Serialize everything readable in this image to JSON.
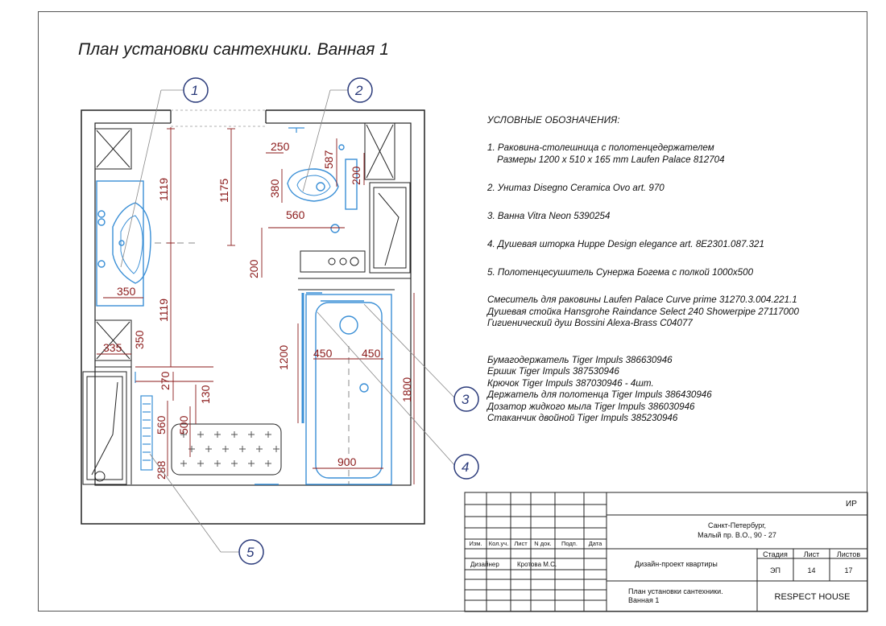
{
  "title": "План установки сантехники. Ванная 1",
  "legend": {
    "header": "УСЛОВНЫЕ ОБОЗНАЧЕНИЯ:",
    "items": [
      {
        "line1": "1. Раковина-столешница с полотенцедержателем",
        "line2": "Размеры 1200 х 510 х 165 mm Laufen Palace 812704"
      },
      {
        "line1": "2. Унитаз Disegno Ceramica Ovo art. 970"
      },
      {
        "line1": "3. Ванна Vitra Neon 5390254"
      },
      {
        "line1": "4. Душевая шторка Huppe Design elegance art. 8E2301.087.321"
      },
      {
        "line1": "5. Полотенцесушитель Сунержа Богема с полкой 1000x500"
      }
    ],
    "mixers": [
      "Смеситель для раковины Laufen Palace Curve prime 31270.3.004.221.1",
      "Душевая стойка Hansgrohe Raindance Select 240 Showerpipe 27117000",
      "Гигиенический душ Bossini Alexa-Brass C04077"
    ],
    "accessories": [
      "Бумагодержатель Tiger Impuls 386630946",
      "Ершик Tiger Impuls  387530946",
      "Крючок Tiger Impuls 387030946 - 4шт.",
      "Держатель для полотенца Tiger Impuls 386430946",
      "Дозатор жидкого мыла Tiger Impuls 386030946",
      "Стаканчик двойной Tiger Impuls 385230946"
    ]
  },
  "dimensions": {
    "d1119_top": "1119",
    "d1175": "1175",
    "d250": "250",
    "d587": "587",
    "d380": "380",
    "d560_wc": "560",
    "d200_right": "200",
    "d200_left": "200",
    "d350_sink": "350",
    "d1119_bottom": "1119",
    "d335": "335",
    "d350_box": "350",
    "d1200": "1200",
    "d450_left": "450",
    "d450_right": "450",
    "d1800": "1800",
    "d270": "270",
    "d130": "130",
    "d560_dryer": "560",
    "d500": "500",
    "d288": "288",
    "d900": "900"
  },
  "callouts": [
    "1",
    "2",
    "3",
    "4",
    "5"
  ],
  "title_block": {
    "code": "ИР",
    "address_line1": "Санкт-Петербург,",
    "address_line2": "Малый пр. В.О., 90 - 27",
    "col_izm": "Изм.",
    "col_koluch": "Кол.уч.",
    "col_list": "Лист",
    "col_ndok": "N док.",
    "col_podp": "Подп.",
    "col_data": "Дата",
    "role": "Дизайнер",
    "person": "Кротова М.С.",
    "project": "Дизайн-проект квартиры",
    "stage_label": "Стадия",
    "sheet_label": "Лист",
    "sheets_label": "Листов",
    "stage": "ЭП",
    "sheet": "14",
    "sheets": "17",
    "drawing_line1": "План установки сантехники.",
    "drawing_line2": "Ванная 1",
    "company": "RESPECT HOUSE"
  },
  "colors": {
    "dimension": "#8b1a1a",
    "fixture": "#3a8fd6",
    "callout": "#2a3a7a",
    "wall": "#222222"
  }
}
